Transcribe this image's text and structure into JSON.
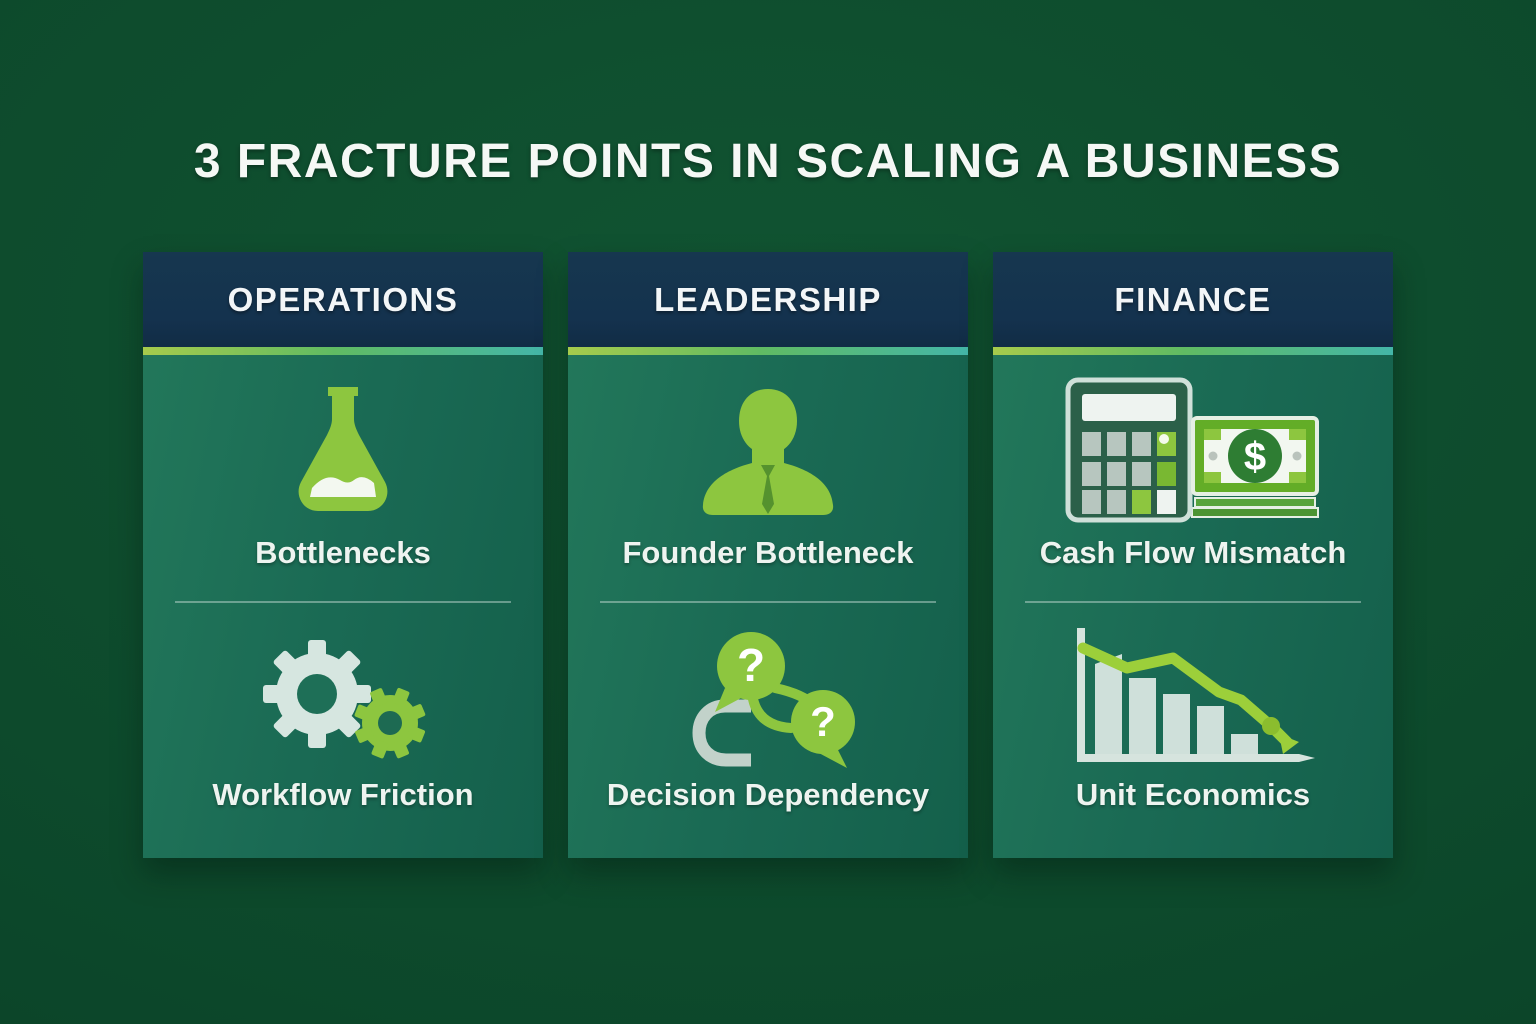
{
  "title": "3 FRACTURE POINTS IN SCALING A BUSINESS",
  "columns": [
    {
      "header": "OPERATIONS",
      "items": [
        {
          "icon": "flask-icon",
          "label": "Bottlenecks"
        },
        {
          "icon": "gears-icon",
          "label": "Workflow Friction"
        }
      ]
    },
    {
      "header": "LEADERSHIP",
      "items": [
        {
          "icon": "person-icon",
          "label": "Founder Bottleneck"
        },
        {
          "icon": "question-bubbles-icon",
          "label": "Decision Dependency"
        }
      ]
    },
    {
      "header": "FINANCE",
      "items": [
        {
          "icon": "calculator-money-icon",
          "label": "Cash Flow Mismatch"
        },
        {
          "icon": "declining-bar-chart-icon",
          "label": "Unit Economics"
        }
      ]
    }
  ],
  "colors": {
    "background": "#0d4a2c",
    "card_header": "#14324e",
    "card_body": "#1a6a54",
    "accent_lime": "#a6cb4c",
    "accent_mid": "#60bb63",
    "accent_teal": "#44b6a8",
    "icon_lime": "#8dc63f",
    "icon_pale": "#d6e6e0",
    "text": "#eef4f0"
  }
}
